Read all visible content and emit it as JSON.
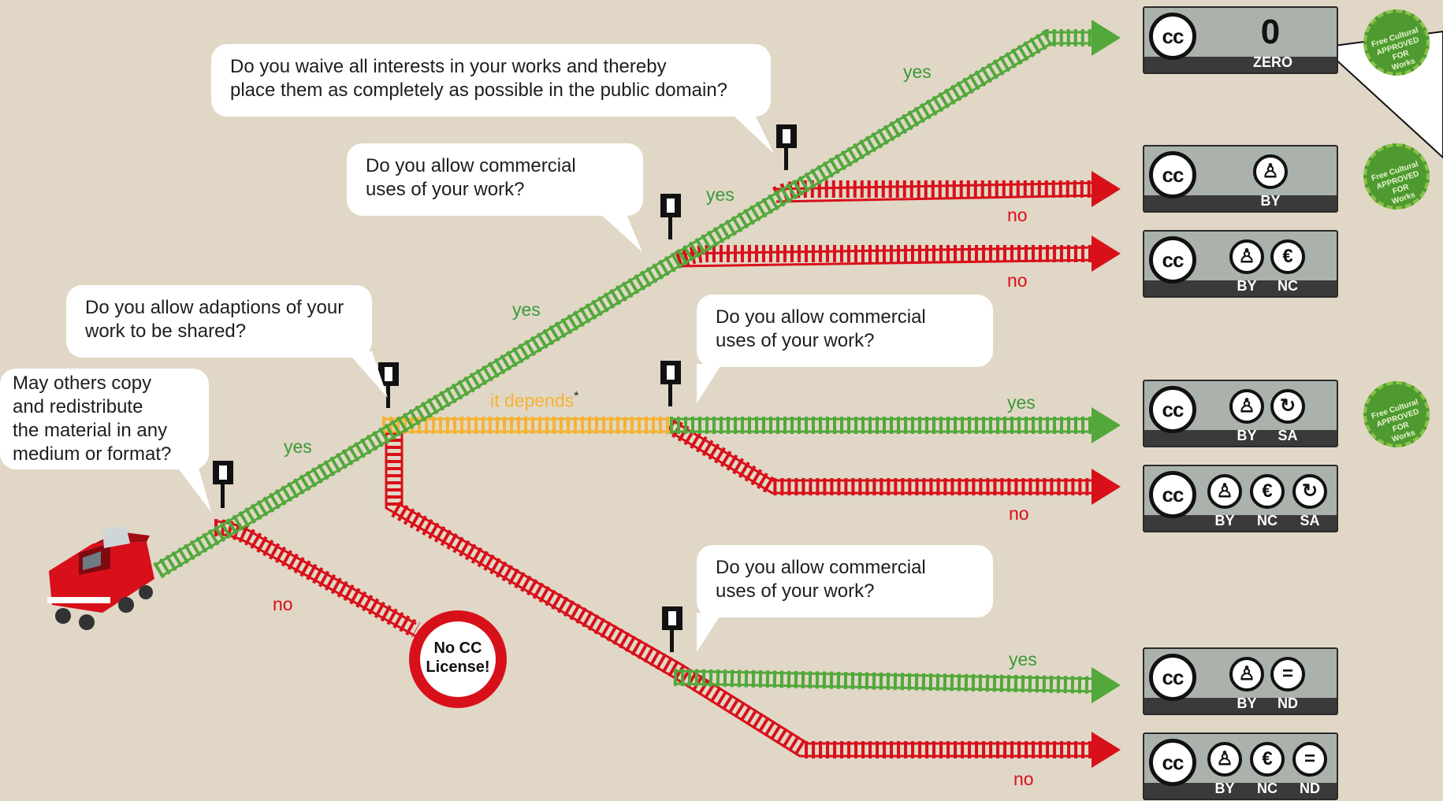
{
  "questions": {
    "q1": [
      "May others copy",
      "and redistribute",
      "the material in any",
      "medium or format?"
    ],
    "q2": [
      "Do you allow adaptions of your",
      "work to be shared?"
    ],
    "q3": [
      "Do you allow commercial",
      "uses of your work?"
    ],
    "q4": [
      "Do you waive all interests in your works and thereby",
      "place them as completely as possible in the public domain?"
    ],
    "q5": [
      "Do you allow commercial",
      "uses of your work?"
    ],
    "q6": [
      "Do you allow commercial",
      "uses of your work?"
    ]
  },
  "labels": {
    "yes": "yes",
    "no": "no",
    "it_depends": "it depends",
    "asterisk": "*"
  },
  "no_license": [
    "No CC",
    "License!"
  ],
  "licenses": [
    {
      "name": "ZERO",
      "icons": [
        "cc",
        "zero"
      ]
    },
    {
      "name": "BY",
      "icons": [
        "cc",
        "by"
      ]
    },
    {
      "name": "BY NC",
      "icons": [
        "cc",
        "by",
        "nc"
      ]
    },
    {
      "name": "BY SA",
      "icons": [
        "cc",
        "by",
        "sa"
      ]
    },
    {
      "name": "BY NC SA",
      "icons": [
        "cc",
        "by",
        "nc",
        "sa"
      ]
    },
    {
      "name": "BY ND",
      "icons": [
        "cc",
        "by",
        "nd"
      ]
    },
    {
      "name": "BY NC ND",
      "icons": [
        "cc",
        "by",
        "nc",
        "nd"
      ]
    }
  ],
  "badge_parts": {
    "cc": "cc",
    "zero_glyph": "0",
    "zero": "ZERO",
    "by": "BY",
    "nc": "NC",
    "sa": "SA",
    "nd": "ND"
  },
  "seal_text": [
    "Free Cultural",
    "APPROVED FOR",
    "Works"
  ],
  "colors": {
    "background": "#e1d7c6",
    "yes_track": "#52a83b",
    "no_track": "#d8101a",
    "depends_track": "#f5b335",
    "bubble": "#ffffff"
  }
}
